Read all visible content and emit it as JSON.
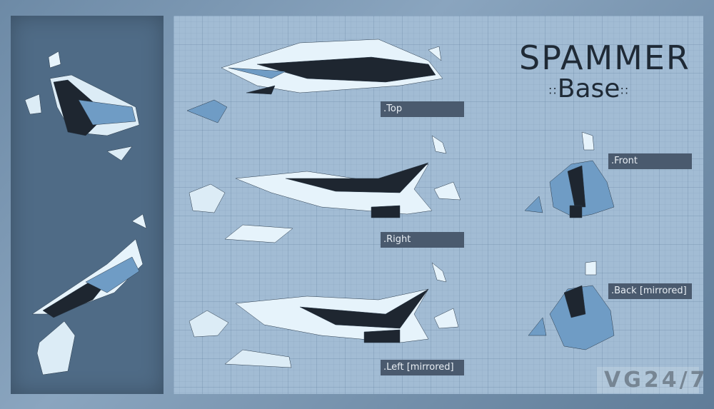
{
  "title": "SPAMMER",
  "subtitle": "Base",
  "subtitle_deco": "::",
  "views": {
    "top": ".Top",
    "right": ".Right",
    "left": ".Left [mirrored]",
    "front": ".Front",
    "back": ".Back [mirrored]"
  },
  "watermark": "VG24/7",
  "colors": {
    "dark": "#1e2630",
    "light": "#e6f3fb",
    "mid": "#6f9cc5",
    "panel": "#a2bcd4"
  }
}
